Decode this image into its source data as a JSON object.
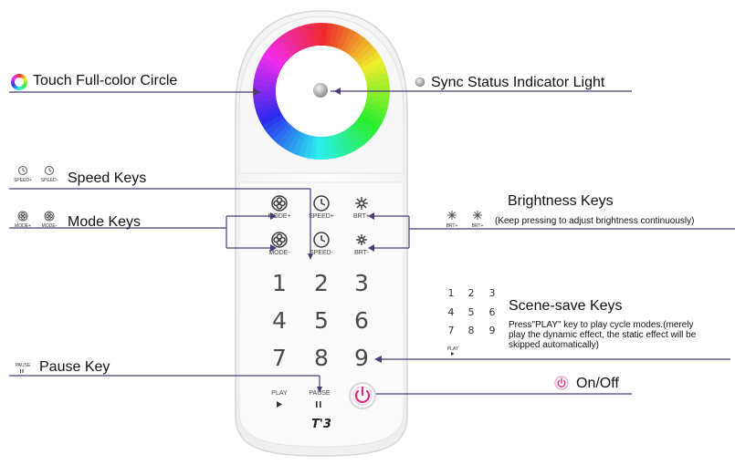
{
  "labels": {
    "touch_circle": "Touch Full-color Circle",
    "sync_light": "Sync Status Indicator Light",
    "speed_keys": "Speed Keys",
    "mode_keys": "Mode Keys",
    "brightness_keys": "Brightness Keys",
    "brightness_note": "(Keep pressing to adjust brightness continuously)",
    "scene_keys": "Scene-save Keys",
    "scene_note_1": "Press\"PLAY\" key to play cycle modes.(merely",
    "scene_note_2": "play the dynamic effect, the static effect will be",
    "scene_note_3": "skipped automatically)",
    "pause_key": "Pause Key",
    "on_off": "On/Off"
  },
  "remote": {
    "mode_plus": "MODE+",
    "mode_minus": "MODE-",
    "speed_plus": "SPEED+",
    "speed_minus": "SPEED-",
    "brt_plus": "BRT+",
    "brt_minus": "BRT-",
    "digits": [
      "1",
      "2",
      "3",
      "4",
      "5",
      "6",
      "7",
      "8",
      "9"
    ],
    "play": "PLAY",
    "pause": "PAUSE",
    "logo": "T'3"
  },
  "legend_icons": {
    "speed_plus": "SPEED+",
    "speed_minus": "SPEED-",
    "mode_plus": "MODE+",
    "mode_minus": "MODE-",
    "brt_plus": "BRT+",
    "brt_minus": "BRT+",
    "pause": "PAUSE",
    "play": "PLAY",
    "scene_digits": [
      "1",
      "2",
      "3",
      "4",
      "5",
      "6",
      "7",
      "8",
      "9"
    ]
  },
  "colors": {
    "line": "#4b3a78",
    "power": "#e0287a",
    "digit": "#4a4a4a"
  }
}
